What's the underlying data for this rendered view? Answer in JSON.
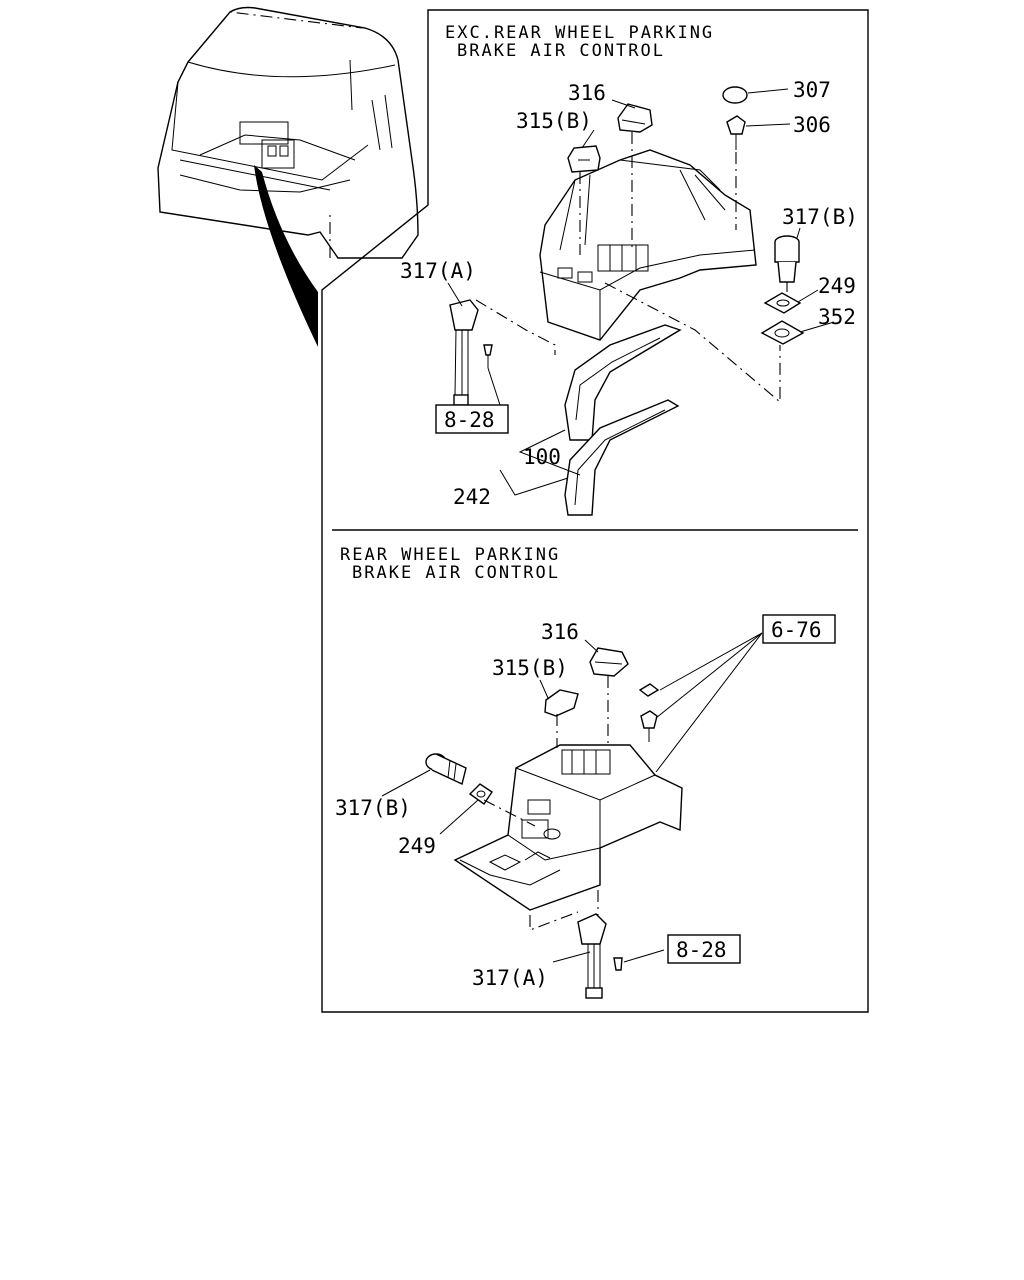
{
  "panels": {
    "top": {
      "title_line1": "EXC.REAR WHEEL PARKING",
      "title_line2": "BRAKE AIR CONTROL"
    },
    "bottom": {
      "title_line1": "REAR WHEEL PARKING",
      "title_line2": "BRAKE AIR CONTROL"
    }
  },
  "callouts": {
    "top": {
      "p316": "316",
      "p315b": "315(B)",
      "p307": "307",
      "p306": "306",
      "p317b": "317(B)",
      "p249": "249",
      "p352": "352",
      "p317a": "317(A)",
      "ref828": "8-28",
      "p100": "100",
      "p242": "242"
    },
    "bottom": {
      "p316": "316",
      "p315b": "315(B)",
      "ref676": "6-76",
      "p317b": "317(B)",
      "p249": "249",
      "p317a": "317(A)",
      "ref828": "8-28"
    }
  }
}
